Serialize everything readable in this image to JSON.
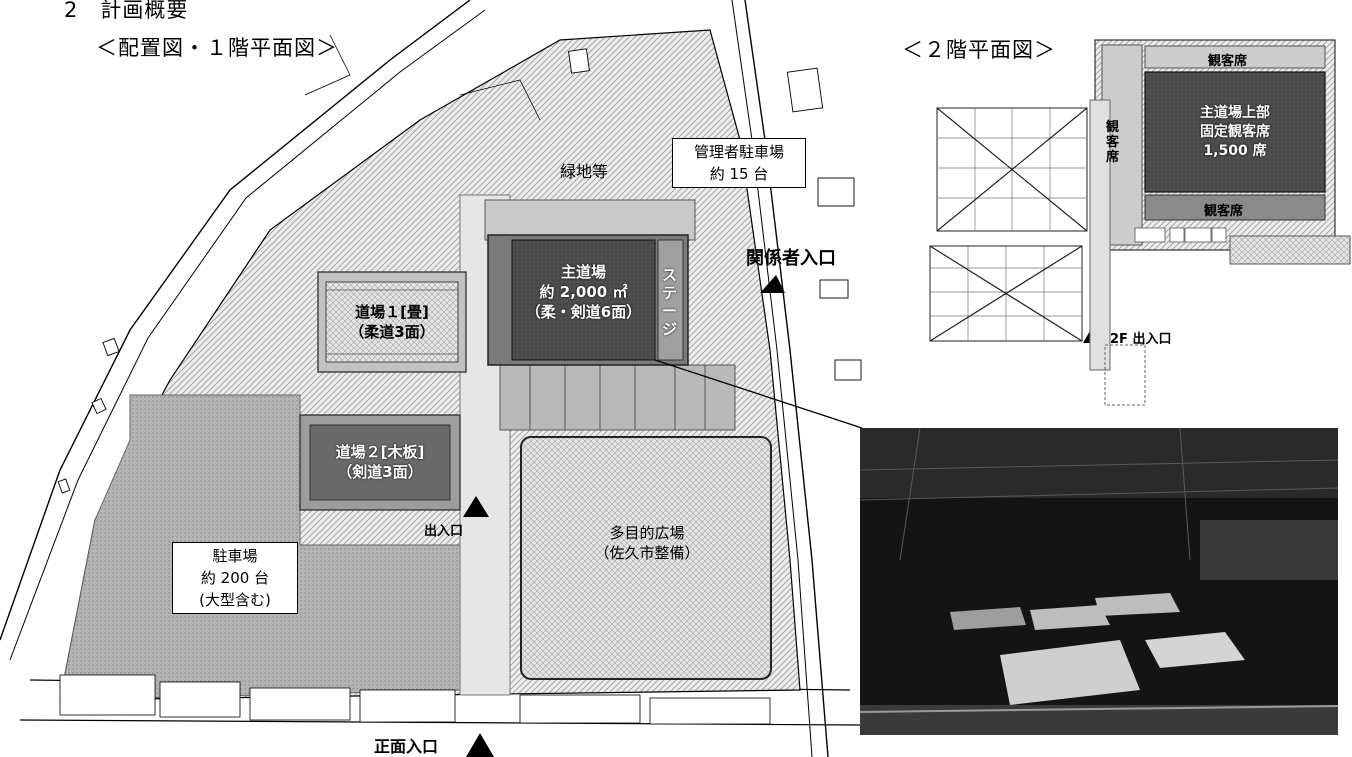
{
  "section_heading": "2　計画概要",
  "plan_views": {
    "site_plan_title": "＜配置図・１階平面図＞",
    "second_floor_title": "＜２階平面図＞"
  },
  "site_labels": {
    "green_area": "緑地等",
    "admin_parking": {
      "line1": "管理者駐車場",
      "line2": "約 15 台"
    },
    "staff_entrance": "関係者入口",
    "main_dojo": {
      "line1": "主道場",
      "line2": "約 2,000 ㎡",
      "line3": "（柔・剣道6面）"
    },
    "stage": "ステージ",
    "dojo1": {
      "line1": "道場１[畳]",
      "line2": "（柔道3面）"
    },
    "dojo2": {
      "line1": "道場２[木板]",
      "line2": "（剣道3面）"
    },
    "entrance": "出入口",
    "plaza": {
      "line1": "多目的広場",
      "line2": "（佐久市整備）"
    },
    "parking": {
      "line1": "駐車場",
      "line2": "約 200 台",
      "line3": "(大型含む)"
    },
    "front_entrance": "正面入口"
  },
  "second_floor_labels": {
    "spectator_top": "観客席",
    "spectator_left": "観客席",
    "spectator_bottom": "観客席",
    "upper_main": {
      "line1": "主道場上部",
      "line2": "固定観客席",
      "line3": "1,500 席"
    },
    "exit_2f": "2F 出入口"
  },
  "photo": {
    "subject": "dojo-interior-photo"
  },
  "colors": {
    "hatch": "#d9d9d9",
    "dark": "#4a4a4a",
    "medium": "#8c8c8c",
    "line": "#000000"
  }
}
